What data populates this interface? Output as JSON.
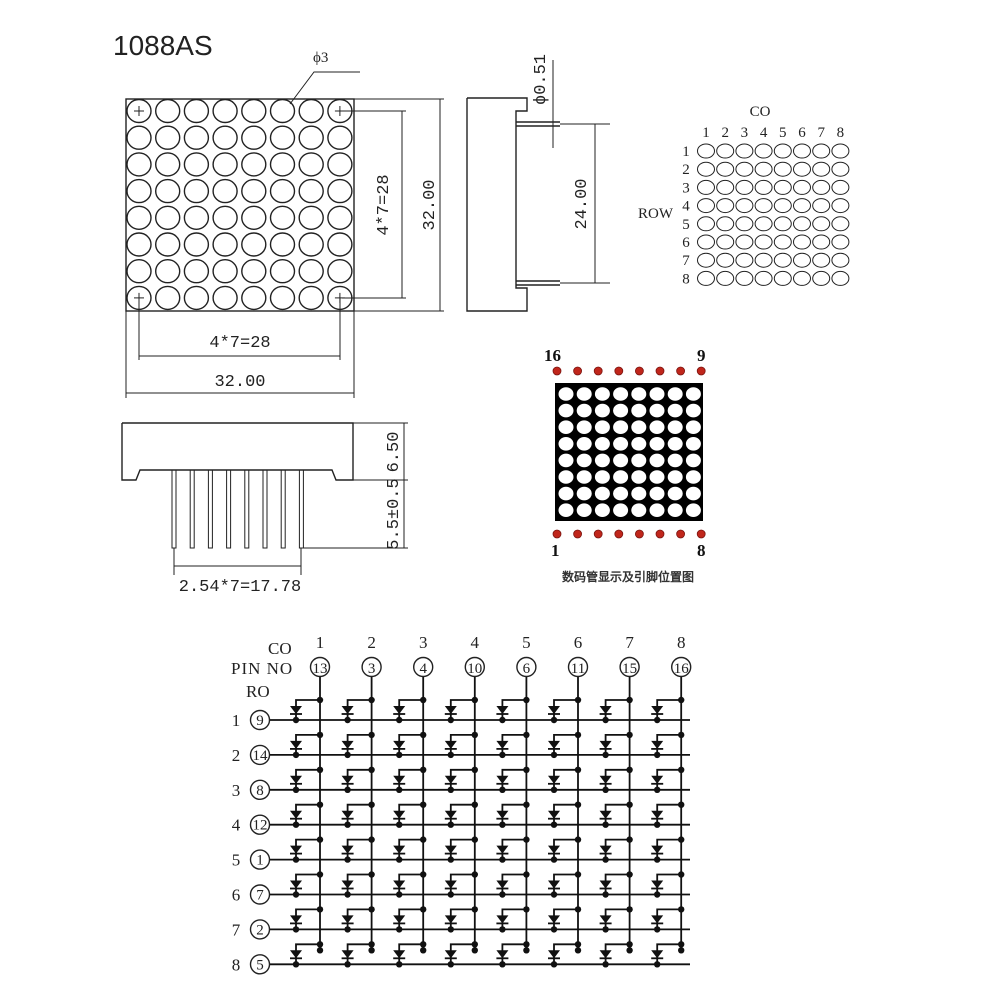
{
  "title": "1088AS",
  "front_view": {
    "hole_label": "ϕ3",
    "inner_h_dim": "4*7=28",
    "outer_h_dim": "32.00",
    "inner_w_dim": "4*7=28",
    "outer_w_dim": "32.00",
    "rows": 8,
    "cols": 8
  },
  "side_view": {
    "pin_dia": "ϕ0.51",
    "pin_span": "24.00"
  },
  "bottom_view": {
    "body_height": "6.50",
    "pin_length": "5.5±0.5",
    "pitch_dim": "2.54*7=17.78",
    "pins": 8
  },
  "row_col_map": {
    "col_label": "CO",
    "row_label": "ROW",
    "col_numbers": [
      "1",
      "2",
      "3",
      "4",
      "5",
      "6",
      "7",
      "8"
    ],
    "row_numbers": [
      "1",
      "2",
      "3",
      "4",
      "5",
      "6",
      "7",
      "8"
    ]
  },
  "pin_position": {
    "top_left": "16",
    "top_right": "9",
    "bottom_left": "1",
    "bottom_right": "8",
    "caption": "数码管显示及引脚位置图",
    "led_color": "#c0261b"
  },
  "schematic": {
    "col_header": "CO",
    "pin_header": "PIN NO",
    "row_header": "RO",
    "columns": [
      {
        "col": "1",
        "pin": "13"
      },
      {
        "col": "2",
        "pin": "3"
      },
      {
        "col": "3",
        "pin": "4"
      },
      {
        "col": "4",
        "pin": "10"
      },
      {
        "col": "5",
        "pin": "6"
      },
      {
        "col": "6",
        "pin": "11"
      },
      {
        "col": "7",
        "pin": "15"
      },
      {
        "col": "8",
        "pin": "16"
      }
    ],
    "rows": [
      {
        "row": "1",
        "pin": "9"
      },
      {
        "row": "2",
        "pin": "14"
      },
      {
        "row": "3",
        "pin": "8"
      },
      {
        "row": "4",
        "pin": "12"
      },
      {
        "row": "5",
        "pin": "1"
      },
      {
        "row": "6",
        "pin": "7"
      },
      {
        "row": "7",
        "pin": "2"
      },
      {
        "row": "8",
        "pin": "5"
      }
    ]
  }
}
